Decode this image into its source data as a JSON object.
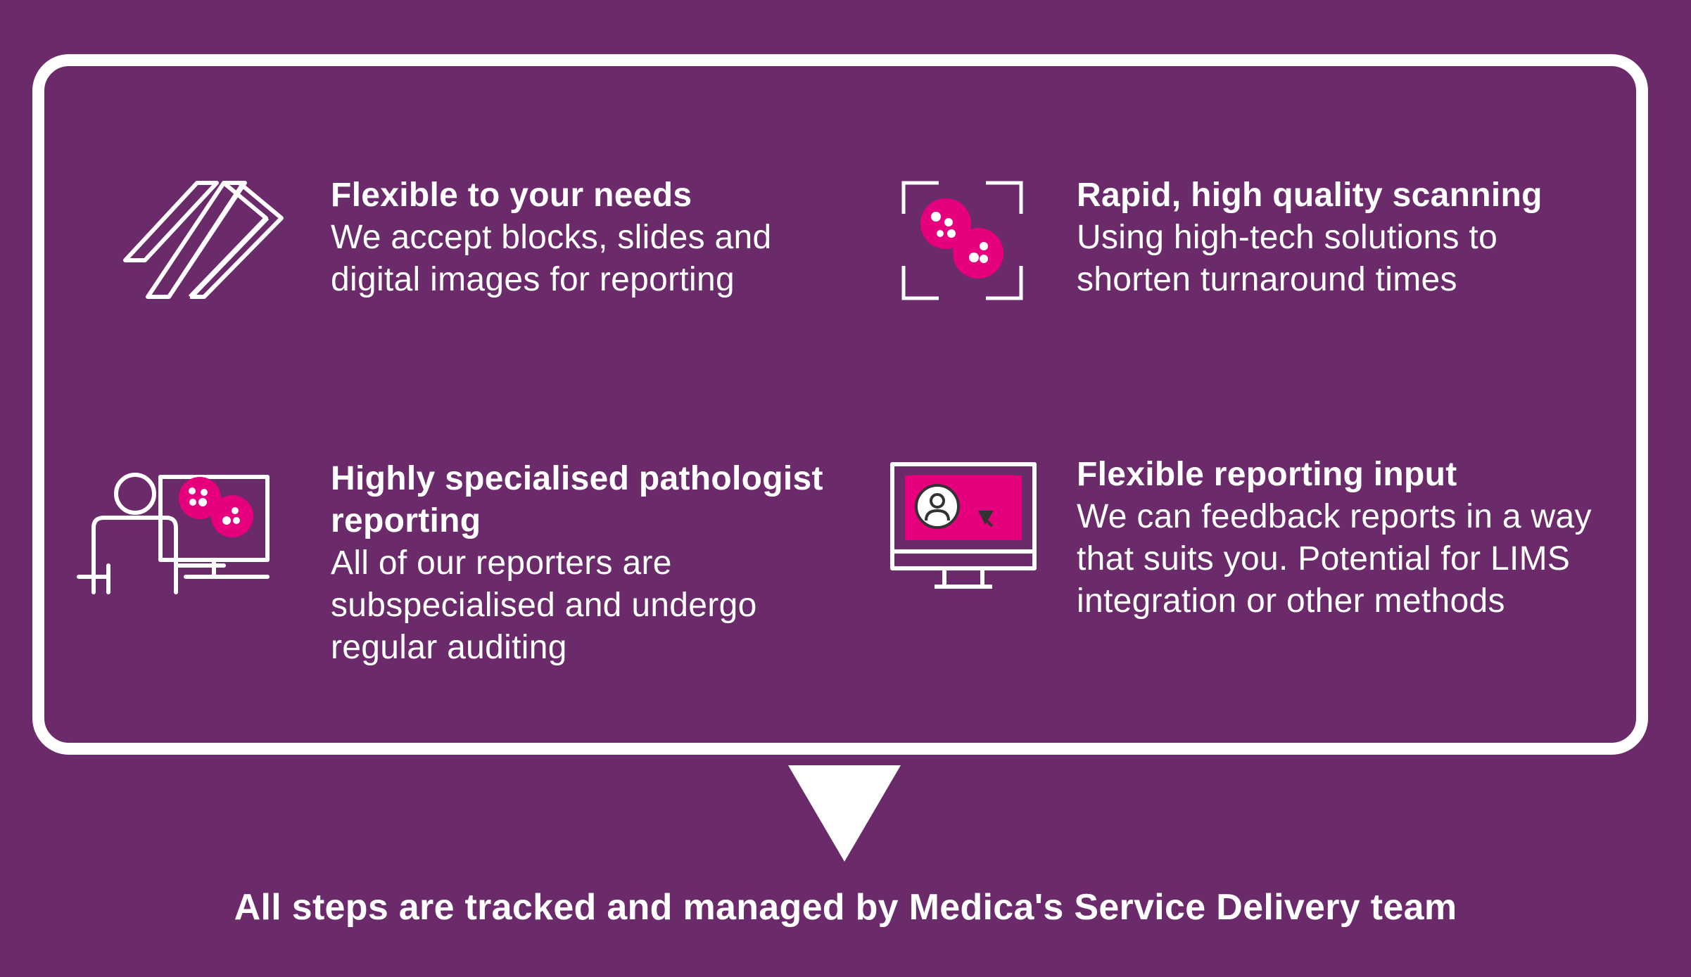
{
  "colors": {
    "background": "#6b2a69",
    "accent": "#e6007e",
    "foreground": "#ffffff"
  },
  "features": [
    {
      "icon": "slides-icon",
      "title": "Flexible to your needs",
      "desc_lines": [
        "We accept blocks, slides and",
        "digital images for reporting"
      ]
    },
    {
      "icon": "scan-icon",
      "title": "Rapid, high quality scanning",
      "desc_lines": [
        "Using high-tech solutions to",
        "shorten turnaround times"
      ]
    },
    {
      "icon": "pathologist-icon",
      "title_lines": [
        "Highly specialised pathologist",
        "reporting"
      ],
      "desc_lines": [
        "All of our reporters are",
        "subspecialised and undergo",
        "regular auditing"
      ]
    },
    {
      "icon": "monitor-icon",
      "title": "Flexible reporting input",
      "desc_lines": [
        "We can feedback reports in a way",
        "that suits you. Potential for LIMS",
        "integration or other methods"
      ]
    }
  ],
  "footer": "All steps are tracked and managed by Medica's Service Delivery team"
}
